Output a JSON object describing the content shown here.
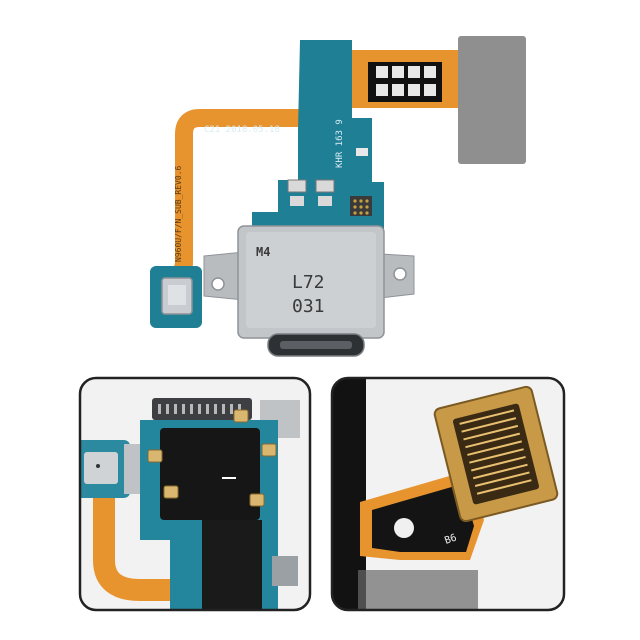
{
  "main_part": {
    "date_code": "C21 2018.05.18",
    "model_text": "N960U/F/N_SUB_REV0.6",
    "board_code": "KHR 163 9",
    "connector_logo": "M4",
    "connector_line1": "L72",
    "connector_line2": "031"
  },
  "detail_right": {
    "marking": "B6"
  },
  "colors": {
    "pcb": "#1f7f95",
    "flex": "#e8942e",
    "metal": "#b9bcbf",
    "dark_panel": "#121212",
    "frame": "#222222"
  }
}
